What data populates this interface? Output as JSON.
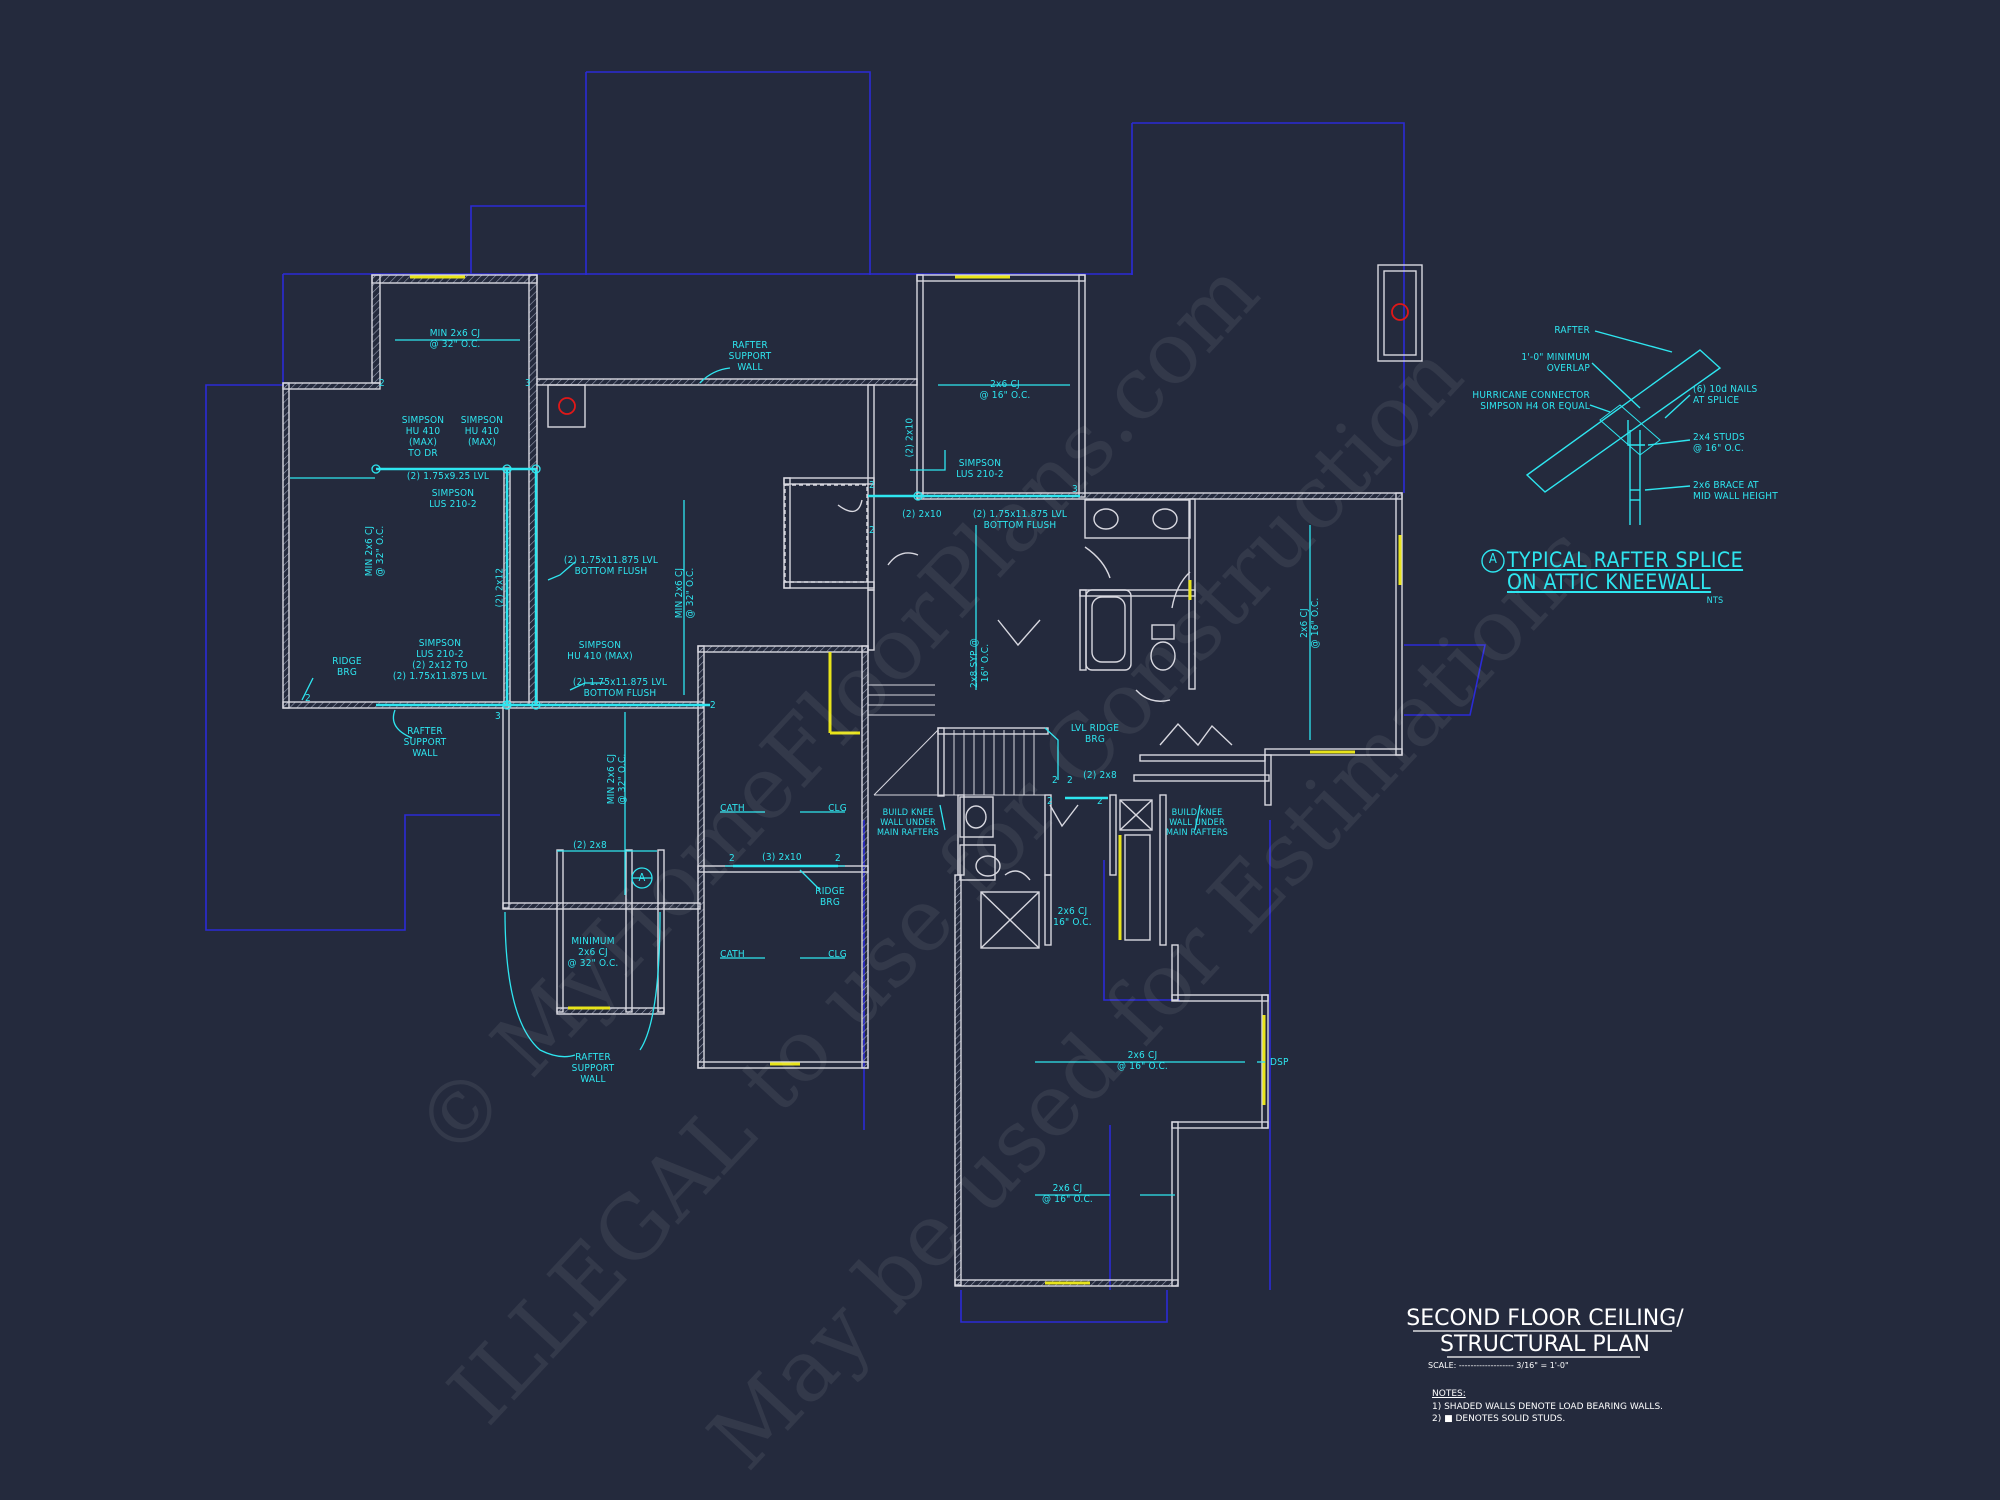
{
  "sheet": {
    "title_line1": "SECOND FLOOR CEILING/",
    "title_line2": "STRUCTURAL PLAN",
    "scale_label": "SCALE:",
    "scale_value": "3/16\" = 1'-0\"",
    "notes_heading": "NOTES:",
    "notes": [
      "1) SHADED WALLS DENOTE LOAD BEARING WALLS.",
      "2) ■ DENOTES SOLID STUDS."
    ]
  },
  "watermark": {
    "line1": "© MyHomeFloorPlans.com",
    "line2": "ILLEGAL to use for Construction",
    "line3": "May be used for Estimations"
  },
  "detail": {
    "marker": "A",
    "title_line1": "TYPICAL RAFTER SPLICE",
    "title_line2": "ON ATTIC KNEEWALL",
    "scale": "NTS",
    "rafter": "RAFTER",
    "overlap": [
      "1'-0\" MINIMUM",
      "OVERLAP"
    ],
    "connector": [
      "HURRICANE CONNECTOR",
      "SIMPSON H4 OR EQUAL"
    ],
    "nails": [
      "(6) 10d NAILS",
      "AT SPLICE"
    ],
    "studs": [
      "2x4 STUDS",
      "@ 16\" O.C."
    ],
    "brace": [
      "2x6 BRACE AT",
      "MID WALL HEIGHT"
    ]
  },
  "labels": {
    "cj_top_left": [
      "MIN 2x6 CJ",
      "@ 32\" O.C."
    ],
    "rafter_support_top": [
      "RAFTER",
      "SUPPORT",
      "WALL"
    ],
    "cj_top_right": [
      "2x6 CJ",
      "@ 16\" O.C."
    ],
    "simpson_hu410_left": [
      "SIMPSON",
      "HU 410",
      "(MAX)",
      "TO DR"
    ],
    "simpson_hu410_right": [
      "SIMPSON",
      "HU 410",
      "(MAX)"
    ],
    "lvl_925": "(2) 1.75x9.25 LVL",
    "simpson_lus_210_2_a": [
      "SIMPSON",
      "LUS 210-2"
    ],
    "cj_left_vert": [
      "MIN 2x6 CJ",
      "@ 32\" O.C."
    ],
    "x2x12": "(2) 2x12",
    "lvl_bottom_flush_a": [
      "(2) 1.75x11.875 LVL",
      "BOTTOM FLUSH"
    ],
    "cj_center_vert": [
      "MIN 2x6 CJ",
      "@ 32\" O.C."
    ],
    "simpson_lus_stack": [
      "SIMPSON",
      "LUS 210-2",
      "(2) 2x12 TO",
      "(2) 1.75x11.875 LVL"
    ],
    "simpson_hu410_max": [
      "SIMPSON",
      "HU 410 (MAX)"
    ],
    "lvl_bottom_flush_b": [
      "(2) 1.75x11.875 LVL",
      "BOTTOM FLUSH"
    ],
    "ridge_brg_left": [
      "RIDGE",
      "BRG"
    ],
    "rafter_support_left": [
      "RAFTER",
      "SUPPORT",
      "WALL"
    ],
    "cj_lower_center": [
      "MIN 2x6 CJ",
      "@ 32\" O.C."
    ],
    "x2x8_lower": "(2) 2x8",
    "minimum_cj": [
      "MINIMUM",
      "2x6 CJ",
      "@ 32\" O.C."
    ],
    "rafter_support_bottom": [
      "RAFTER",
      "SUPPORT",
      "WALL"
    ],
    "x2x10_vert": "(2) 2x10",
    "simpson_lus_210_2_b": [
      "SIMPSON",
      "LUS 210-2"
    ],
    "x2x10_horiz": "(2) 2x10",
    "lvl_bottom_flush_c": [
      "(2) 1.75x11.875 LVL",
      "BOTTOM FLUSH"
    ],
    "syp_vert": [
      "2x8 SYP @",
      "16\" O.C."
    ],
    "cj_right_vert": [
      "2x6 CJ",
      "@ 16\" O.C."
    ],
    "lvl_ridge_brg": [
      "LVL RIDGE",
      "BRG"
    ],
    "x2x8_mid": "(2) 2x8",
    "cath_1": "CATH",
    "clg_1": "CLG",
    "cath_2": "CATH",
    "clg_2": "CLG",
    "x3x10": "(3) 2x10",
    "ridge_brg_mid": [
      "RIDGE",
      "BRG"
    ],
    "knee_left": [
      "BUILD KNEE",
      "WALL UNDER",
      "MAIN RAFTERS"
    ],
    "knee_right": [
      "BUILD KNEE",
      "WALL UNDER",
      "MAIN RAFTERS"
    ],
    "cj_garage_small": [
      "2x6 CJ",
      "16\" O.C."
    ],
    "cj_garage_mid": [
      "2x6 CJ",
      "@ 16\" O.C."
    ],
    "dsp": "DSP",
    "cj_garage_bottom": [
      "2x6 CJ",
      "@ 16\" O.C."
    ],
    "marker_a": "A",
    "num_2a": "2",
    "num_3a": "3",
    "num_2b": "2",
    "num_3b": "3",
    "num_2c": "2",
    "num_2d": "2",
    "num_2e": "2",
    "num_3c": "3",
    "num_2f": "2",
    "num_2g": "2",
    "num_2h": "2",
    "num_2i": "2",
    "num_2j": "2",
    "num_2k": "2"
  },
  "colors": {
    "background": "#242a3d",
    "outline_blue": "#2b2bd6",
    "wall_white": "#d8d8e0",
    "annotation_cyan": "#2ee6f0",
    "window_yellow": "#e8e41a",
    "flue_red": "#e01818"
  }
}
